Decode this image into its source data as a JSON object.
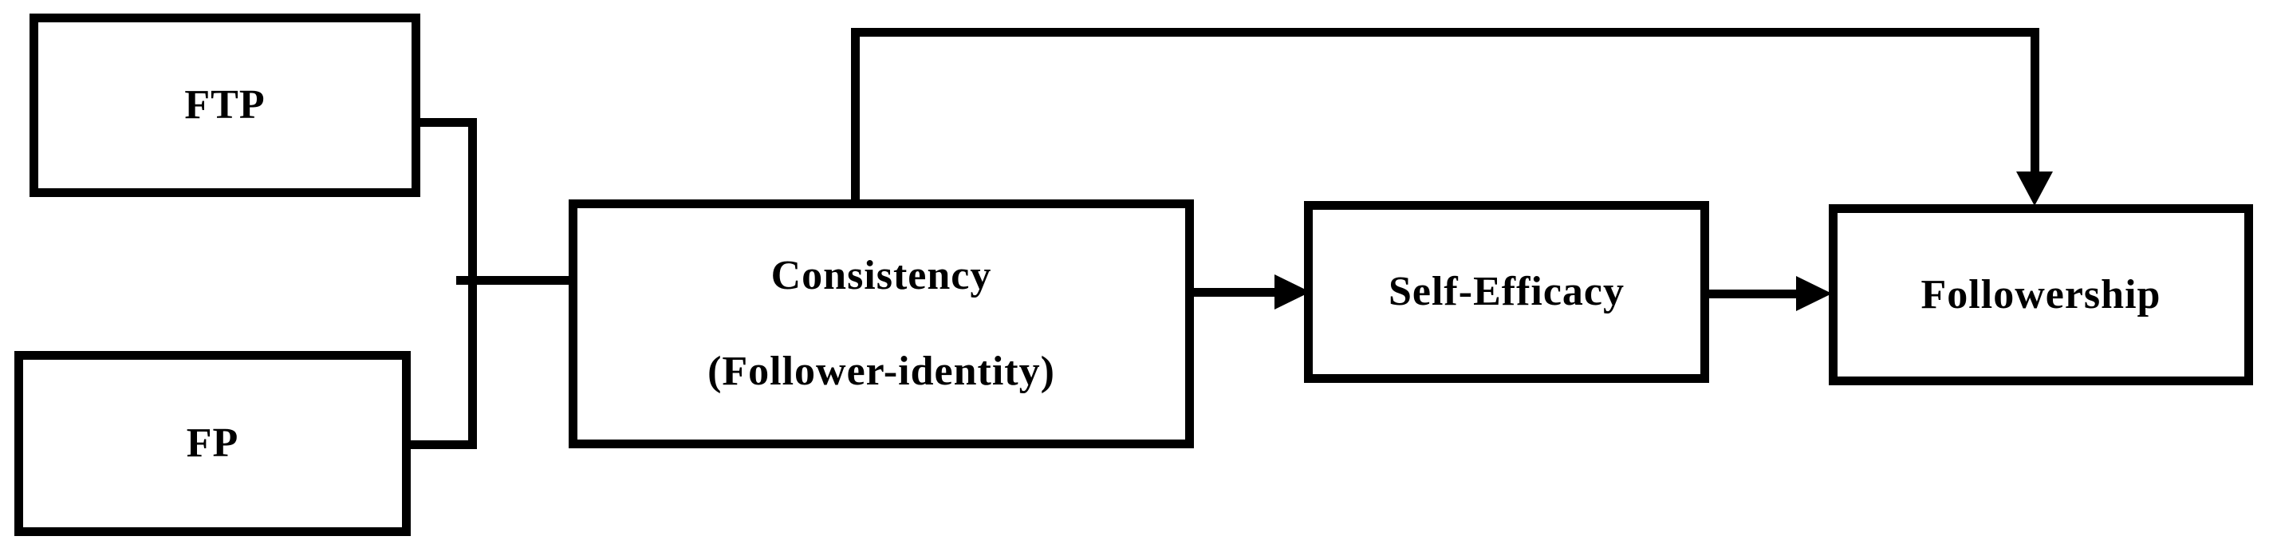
{
  "diagram": {
    "type": "path-model-diagram",
    "colors": {
      "line": "#000000",
      "background": "#ffffff",
      "box_fill": "#ffffff",
      "text": "#000000"
    },
    "nodes": {
      "ftp": {
        "label": "FTP"
      },
      "fp": {
        "label": "FP"
      },
      "consistency": {
        "label": "Consistency",
        "sublabel": "(Follower-identity)"
      },
      "self_efficacy": {
        "label": "Self-Efficacy"
      },
      "followership": {
        "label": "Followership"
      }
    },
    "edges": [
      {
        "from": "ftp",
        "to": "consistency",
        "style": "plain-line",
        "route": "right edge of FTP joins vertical junction line, then horizontal into left edge of Consistency"
      },
      {
        "from": "fp",
        "to": "consistency",
        "style": "plain-line",
        "route": "right edge of FP joins vertical junction line, then horizontal into left edge of Consistency"
      },
      {
        "from": "consistency",
        "to": "self_efficacy",
        "style": "arrow",
        "route": "horizontal, solid triangular head into left edge of Self-Efficacy"
      },
      {
        "from": "self_efficacy",
        "to": "followership",
        "style": "arrow",
        "route": "horizontal, solid triangular head into left edge of Followership"
      },
      {
        "from": "consistency",
        "to": "followership",
        "style": "arrow",
        "route": "up from top of Consistency, across the top, down into top of Followership with solid triangular head"
      }
    ]
  }
}
